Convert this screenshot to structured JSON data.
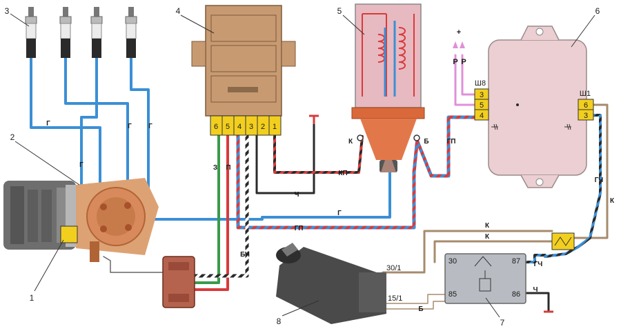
{
  "callouts": [
    "1",
    "2",
    "3",
    "4",
    "5",
    "6",
    "7",
    "8"
  ],
  "module4_pins": [
    "6",
    "5",
    "4",
    "3",
    "2",
    "1"
  ],
  "connector_sh8": {
    "label": "Ш8",
    "pins": [
      "3",
      "5",
      "4"
    ]
  },
  "connector_sh1": {
    "label": "Ш1",
    "pins": [
      "6",
      "3"
    ]
  },
  "relay7_terminals": [
    "30",
    "87",
    "85",
    "86"
  ],
  "switch8_terminals": [
    "30/1",
    "15/1"
  ],
  "coil_terminals": [
    "К",
    "Б"
  ],
  "power_labels": [
    "+",
    "Р",
    "Р"
  ],
  "wire_labels": {
    "g": "Г",
    "z": "З",
    "p": "П",
    "ch": "Ч",
    "bch": "БЧ",
    "kp": "КП",
    "gp": "ГП",
    "k": "К",
    "gch": "ГЧ",
    "b": "Б"
  },
  "colors": {
    "blue_wire": "#3b8fd6",
    "red_wire": "#d93a3a",
    "green_wire": "#3a9a4a",
    "brown_wire": "#a68b6d",
    "black_wire": "#2a2a2a",
    "pink_wire": "#e090d8",
    "connector_yellow": "#f2cf1f",
    "module4_body": "#c89a72",
    "module6_body": "#eccfd2",
    "coil_body": "#e7b9c0",
    "coil_base": "#d9693a"
  }
}
